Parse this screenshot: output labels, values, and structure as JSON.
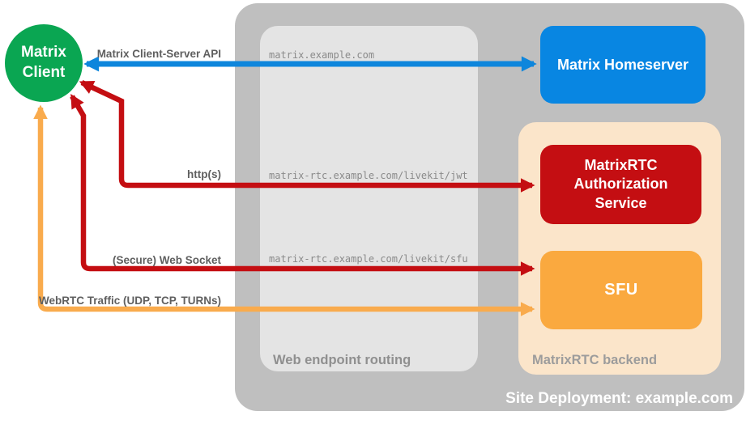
{
  "client": {
    "label": "Matrix Client"
  },
  "homeserver": {
    "label": "Matrix Homeserver"
  },
  "routing": {
    "label": "Web endpoint routing",
    "endpoints": {
      "homeserver": "matrix.example.com",
      "jwt": "matrix-rtc.example.com/livekit/jwt",
      "sfu": "matrix-rtc.example.com/livekit/sfu"
    }
  },
  "backend": {
    "label": "MatrixRTC backend",
    "auth_service": "MatrixRTC Authorization Service",
    "sfu": "SFU"
  },
  "site": {
    "label": "Site Deployment: example.com"
  },
  "arrows": {
    "api": "Matrix Client-Server API",
    "http": "http(s)",
    "websocket": "(Secure) Web Socket",
    "webrtc": "WebRTC Traffic (UDP, TCP, TURNs)"
  },
  "colors": {
    "client_green": "#0aa652",
    "homeserver_blue": "#0886e2",
    "auth_red": "#c40e12",
    "sfu_orange": "#faa93f",
    "backend_peach": "#fbe5ca",
    "site_gray": "#bfbfbf",
    "routing_gray": "#e4e4e4",
    "arrow_blue": "#0e86dc",
    "arrow_red": "#c40e12",
    "arrow_orange": "#f9ab4d",
    "label_gray": "#5f5f5f",
    "endpoint_text_gray": "#8a8a8a"
  }
}
